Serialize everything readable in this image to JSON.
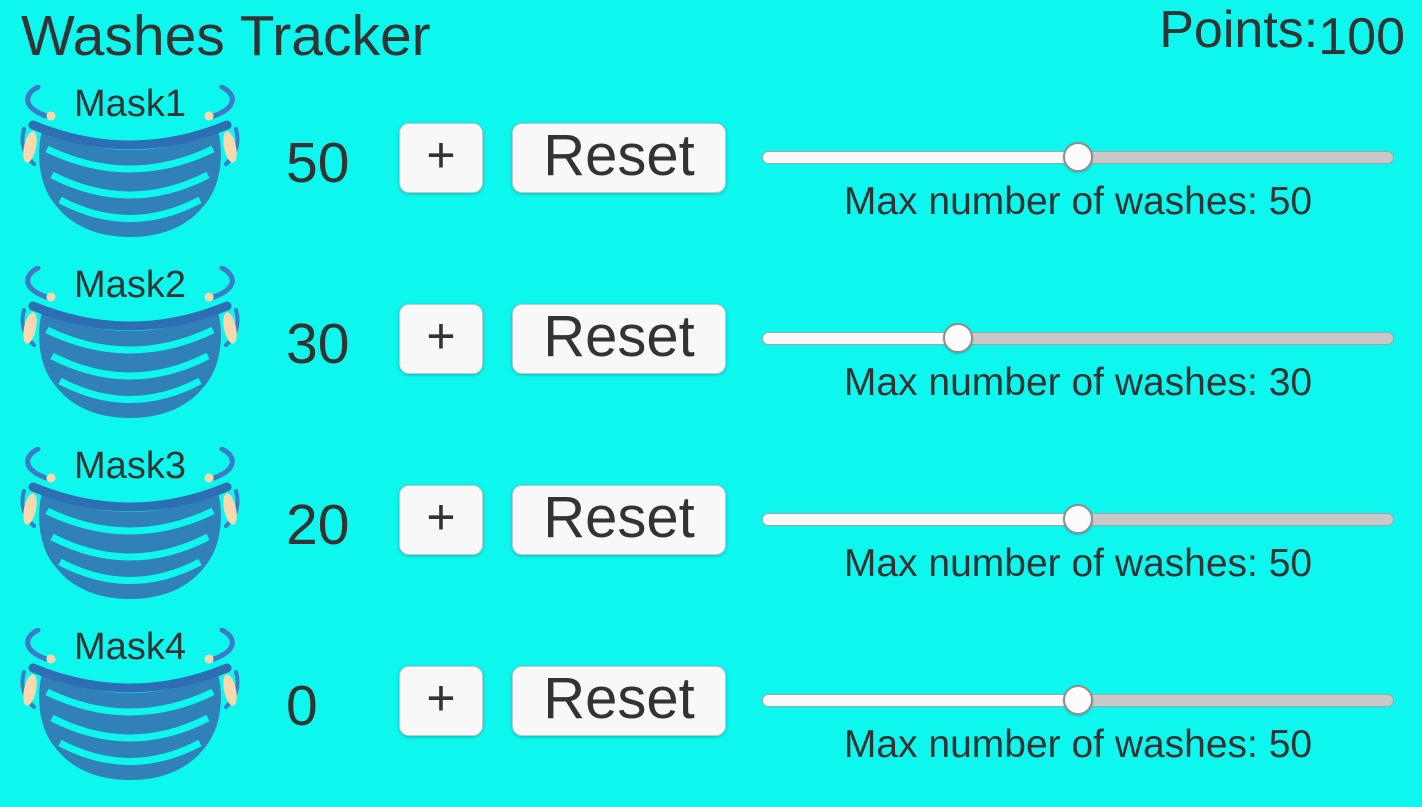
{
  "header": {
    "title": "Washes Tracker",
    "points_label": "Points:",
    "points_value": "100"
  },
  "buttons": {
    "plus_label": "+",
    "reset_label": "Reset"
  },
  "masks": [
    {
      "name": "Mask1",
      "count": "50",
      "max_washes_label": "Max number of washes: 50",
      "slider_value": 50
    },
    {
      "name": "Mask2",
      "count": "30",
      "max_washes_label": "Max number of washes: 30",
      "slider_value": 30
    },
    {
      "name": "Mask3",
      "count": "20",
      "max_washes_label": "Max number of washes: 50",
      "slider_value": 50
    },
    {
      "name": "Mask4",
      "count": "0",
      "max_washes_label": "Max number of washes: 50",
      "slider_value": 50
    }
  ],
  "colors": {
    "background": "#0DF7EF",
    "text": "#333333",
    "mask_body": "#3181B8",
    "mask_hem": "#2D6FB2",
    "mask_strap": "#3B7CC4",
    "mask_ear": "#F8D8AC",
    "button_bg": "#F8F8F8",
    "button_border": "#C6C6C6",
    "slider_fill": "#F9F9F9",
    "slider_track": "#C9C9C9",
    "thumb": "#FCFCFC"
  }
}
